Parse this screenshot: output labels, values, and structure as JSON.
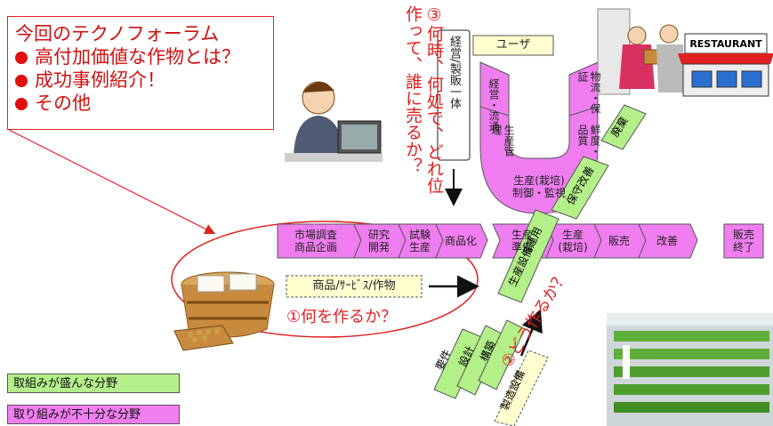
{
  "callout": {
    "title": "今回のテクノフォーラム",
    "items": [
      "高付加価値な作物とは？",
      "成功事例紹介！",
      "その他"
    ]
  },
  "questions": {
    "what": "①何を作るか？",
    "how": "②どう作るか？",
    "where_line1": "③何時、何処で、どれ位",
    "where_line2": "作って、誰に売るか？"
  },
  "labels": {
    "user": "ユーザ",
    "business_integration": "経営/製販一体",
    "product_box": "商品/ｻｰﾋﾞｽ/作物",
    "manufacturing_equipment": "製造設備",
    "restaurant_sign": "RESTAURANT"
  },
  "process_steps": [
    "市場調査\n商品企画",
    "研究\n開発",
    "試験\n生産",
    "商品化",
    "生産\n準備",
    "生産\n(栽培)",
    "販売",
    "改善",
    "販売\n終了"
  ],
  "u_loop": {
    "left_top": "経営・流通",
    "left_bottom": "生産管理",
    "right_top": "物流・保証",
    "right_bottom": "鮮度・品質",
    "bottom": "生産(栽培)\n制御・監視"
  },
  "diagonal_steps": {
    "lower": [
      "要件",
      "設計",
      "構築"
    ],
    "middle": "生産設備運用",
    "upper": "保守改善",
    "top": "廃棄"
  },
  "legend": {
    "active": "取組みが盛んな分野",
    "insufficient": "取り組みが不十分な分野"
  },
  "colors": {
    "active": "#b4f08a",
    "insufficient": "#f07ef0",
    "accent_red": "#e02020"
  }
}
